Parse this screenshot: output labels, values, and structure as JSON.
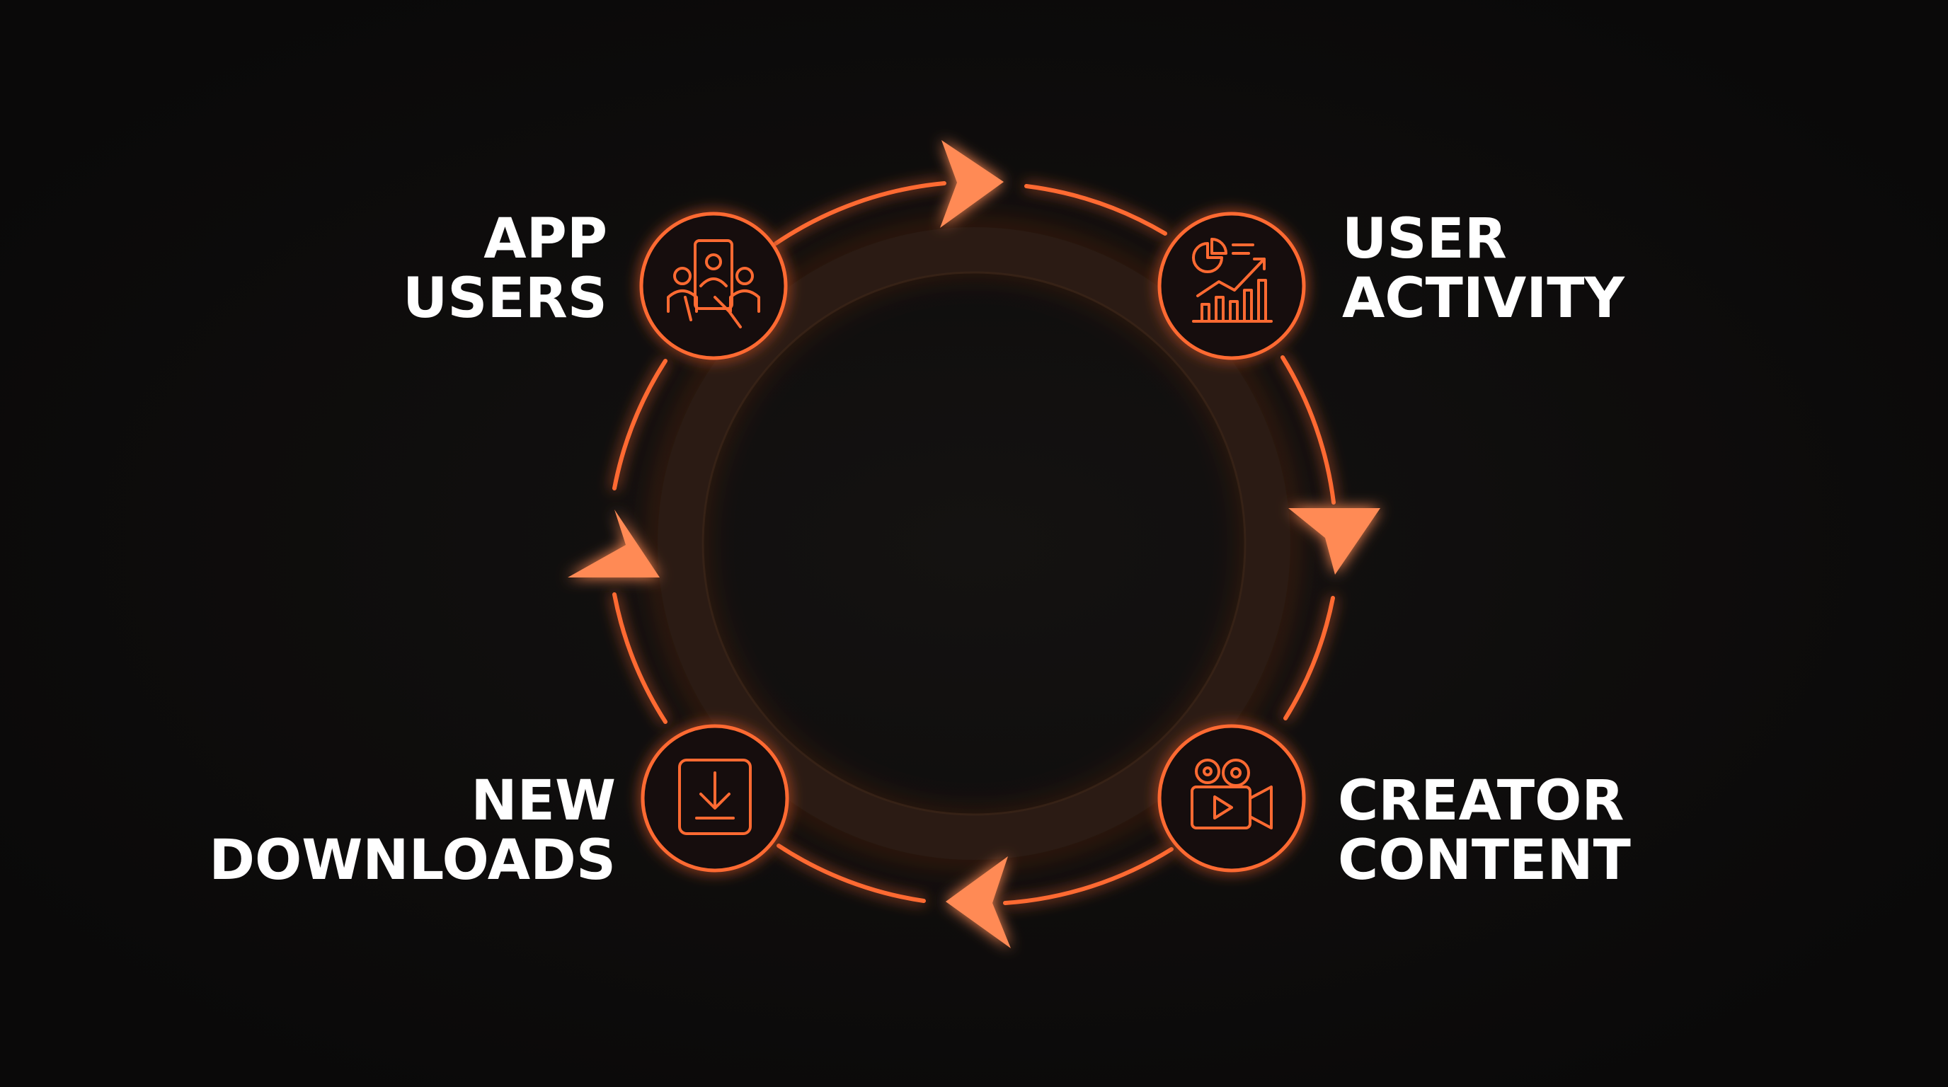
{
  "diagram": {
    "accent_color": "#ff6a32",
    "glow_color": "#ff5a1f",
    "background_color": "#0c0b0b",
    "ring_color": "#2a1a14",
    "label_color": "#ffffff",
    "direction": "clockwise",
    "nodes": [
      {
        "id": "app-users",
        "icon": "people-with-phone-icon",
        "line1": "APP",
        "line2": "USERS"
      },
      {
        "id": "user-activity",
        "icon": "analytics-chart-icon",
        "line1": "USER",
        "line2": "ACTIVITY"
      },
      {
        "id": "creator-content",
        "icon": "video-camera-icon",
        "line1": "CREATOR",
        "line2": "CONTENT"
      },
      {
        "id": "new-downloads",
        "icon": "download-icon",
        "line1": "NEW",
        "line2": "DOWNLOADS"
      }
    ]
  }
}
